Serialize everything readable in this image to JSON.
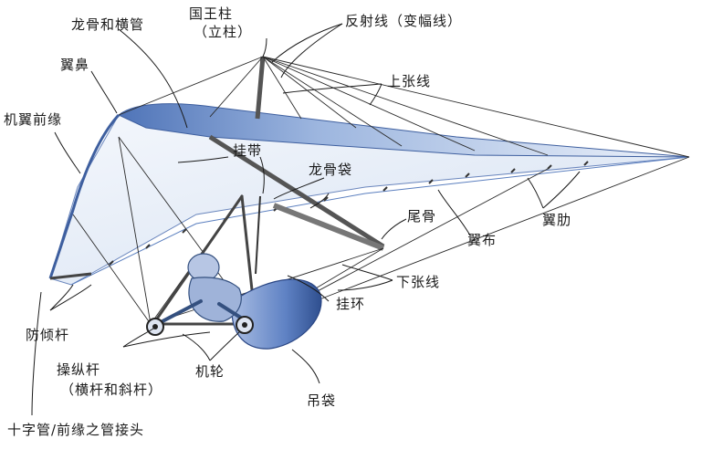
{
  "labels": {
    "keel_crossbar": "龙骨和横管",
    "kingpost_line1": "国王柱",
    "kingpost_line2": "（立柱）",
    "reflex_line": "反射线（变幅线）",
    "nose": "翼鼻",
    "upper_wires": "上张线",
    "leading_edge": "机翼前缘",
    "hang_strap": "挂带",
    "keel_pocket": "龙骨袋",
    "keel_tail": "尾骨",
    "sail": "翼布",
    "battens": "翼肋",
    "lower_wires": "下张线",
    "hang_loop": "挂环",
    "antiluff_bar": "防倾杆",
    "control_bar_line1": "操纵杆",
    "control_bar_line2": "（横杆和斜杆）",
    "wheels": "机轮",
    "harness": "吊袋",
    "cross_tube_junction": "十字管/前缘之管接头"
  },
  "colors": {
    "sail_light": "#eef3fb",
    "sail_mid": "#c9d8ef",
    "sail_dark": "#5b7fbf",
    "harness": "#6f8fcc",
    "pilot": "#9fb3d9"
  }
}
